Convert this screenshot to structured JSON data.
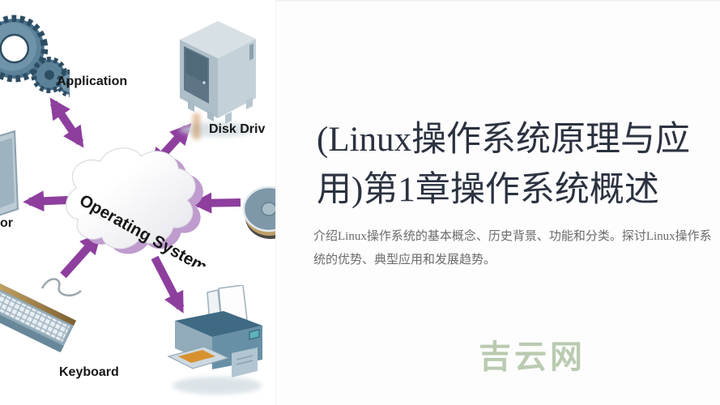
{
  "right": {
    "title": "(Linux操作系统原理与应用)第1章操作系统概述",
    "description": "介绍Linux操作系统的基本概念、历史背景、功能和分类。探讨Linux操作系统的优势、典型应用和发展趋势。",
    "watermark": "吉云网"
  },
  "diagram": {
    "cloud_label": "Operating System",
    "labels": {
      "application": "Application",
      "disk_drive": "Disk Driv",
      "monitor_partial": "or",
      "keyboard": "Keyboard"
    },
    "colors": {
      "arrow_purple": "#8e3f9e",
      "cloud_edge_lavender": "#bf9bce",
      "device_steel_blue": "#5e87a0",
      "accent_orange": "#d8912f",
      "watermark_green": "#b9cbb0",
      "title_text": "#2b3240",
      "description_text": "#6b6b6b"
    }
  }
}
